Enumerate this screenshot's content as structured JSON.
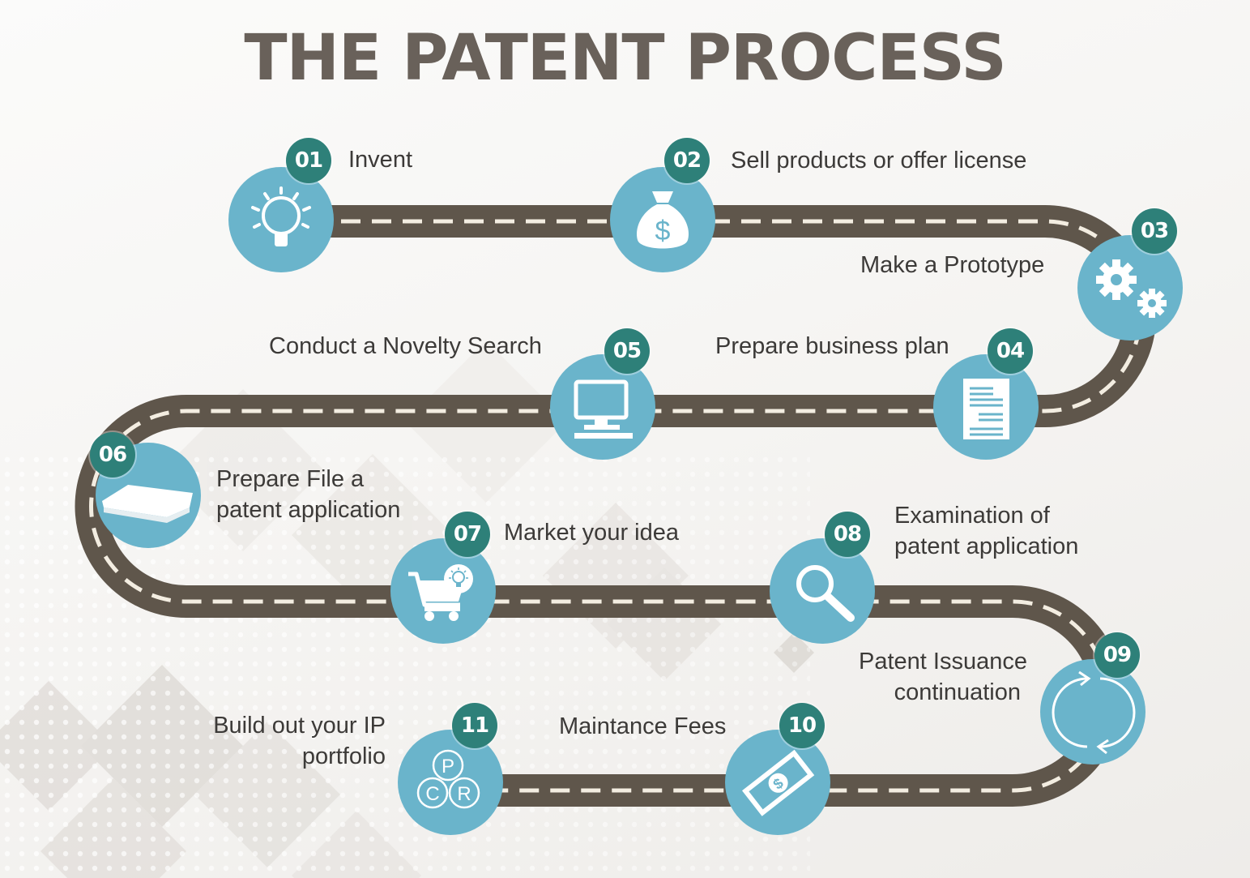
{
  "title": "THE PATENT PROCESS",
  "colors": {
    "road": "#5f564b",
    "road_dash": "#f3ede1",
    "circle": "#6ab4cb",
    "badge": "#2e8079",
    "title": "#69615a",
    "text": "#3c3a38"
  },
  "steps": [
    {
      "number": "01",
      "label": "Invent",
      "icon": "lightbulb-icon"
    },
    {
      "number": "02",
      "label": "Sell products or offer license",
      "icon": "money-bag-icon"
    },
    {
      "number": "03",
      "label": "Make a Prototype",
      "icon": "gears-icon"
    },
    {
      "number": "04",
      "label": "Prepare business plan",
      "icon": "document-icon"
    },
    {
      "number": "05",
      "label": "Conduct a Novelty Search",
      "icon": "computer-icon"
    },
    {
      "number": "06",
      "label_line1": "Prepare File a",
      "label_line2": "patent application",
      "icon": "paper-stack-icon"
    },
    {
      "number": "07",
      "label": "Market your idea",
      "icon": "shopping-cart-idea-icon"
    },
    {
      "number": "08",
      "label_line1": "Examination of",
      "label_line2": "patent application",
      "icon": "magnifier-icon"
    },
    {
      "number": "09",
      "label_line1": "Patent Issuance",
      "label_line2": "continuation",
      "icon": "cycle-arrows-icon"
    },
    {
      "number": "10",
      "label": "Maintance Fees",
      "icon": "banknote-icon"
    },
    {
      "number": "11",
      "label_line1": "Build out your IP",
      "label_line2": "portfolio",
      "icon": "pcr-circles-icon",
      "icon_letters": [
        "P",
        "C",
        "R"
      ]
    }
  ]
}
